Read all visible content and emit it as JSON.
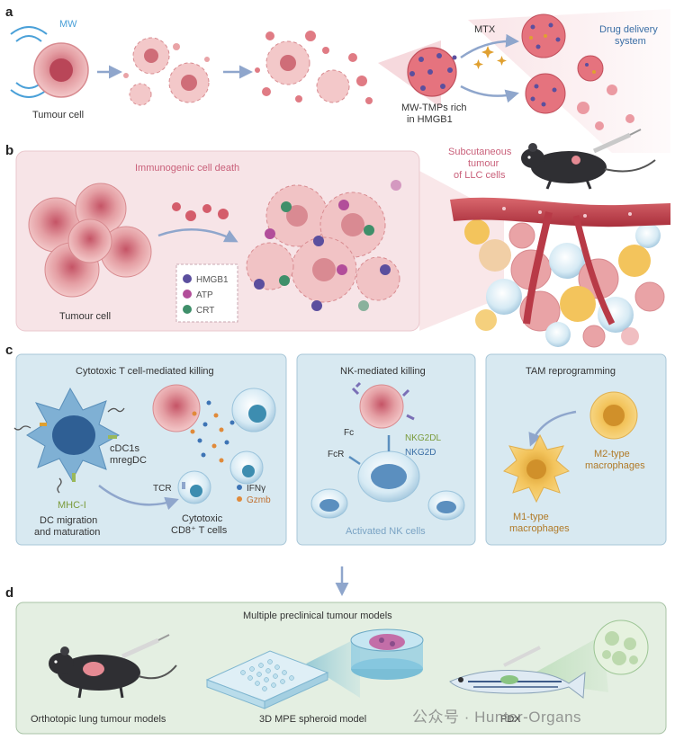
{
  "panels": {
    "a": {
      "letter": "a",
      "mw": "MW",
      "tumour_cell": "Tumour cell",
      "mtx": "MTX",
      "drug_delivery_1": "Drug delivery",
      "drug_delivery_2": "system",
      "tmp_1": "MW-TMPs rich",
      "tmp_2": "in HMGB1"
    },
    "b": {
      "letter": "b",
      "icd": "Immunogenic cell death",
      "tumour_cell": "Tumour cell",
      "legend": [
        "HMGB1",
        "ATP",
        "CRT"
      ],
      "subq_1": "Subcutaneous",
      "subq_2": "tumour",
      "subq_3": "of LLC cells"
    },
    "c": {
      "letter": "c",
      "t_title": "Cytotoxic T cell-mediated killing",
      "cdc1": "cDC1s",
      "mregdc": "mregDC",
      "mhc": "MHC-I",
      "dc_mig_1": "DC migration",
      "dc_mig_2": "and maturation",
      "tcr": "TCR",
      "ifn": "IFNγ",
      "gzmb": "Gzmb",
      "ctl_1": "Cytotoxic",
      "ctl_2": "CD8⁺ T cells",
      "nk_title": "NK-mediated killing",
      "fc": "Fc",
      "fcr": "FcR",
      "nkg2dl": "NKG2DL",
      "nkg2d": "NKG2D",
      "nk_cells": "Activated NK cells",
      "tam_title": "TAM reprogramming",
      "m2_1": "M2-type",
      "m2_2": "macrophages",
      "m1_1": "M1-type",
      "m1_2": "macrophages"
    },
    "d": {
      "letter": "d",
      "title": "Multiple preclinical tumour models",
      "lung": "Orthotopic lung tumour models",
      "spheroid": "3D MPE spheroid model",
      "pdx": "PDX"
    }
  },
  "watermark": "公众号 · Hunter-Organs",
  "colors": {
    "hmgb1": "#5b4f9e",
    "atp": "#b24e9a",
    "crt": "#3f8f6a",
    "panel_b_bg": "#f7e4e7",
    "panel_c_bg": "#d8e9f1",
    "panel_d_bg": "#e4efe2",
    "tumour": "#e9a3a6",
    "arrow": "#8fa6cc"
  }
}
